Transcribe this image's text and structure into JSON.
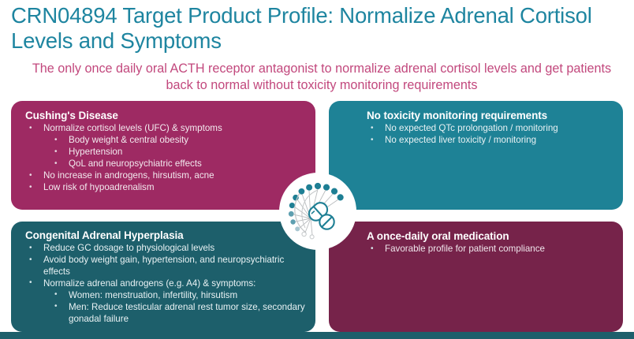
{
  "header": {
    "title": "CRN04894 Target Product Profile: Normalize Adrenal Cortisol Levels and Symptoms",
    "subtitle": "The only once daily oral ACTH receptor antagonist to normalize adrenal cortisol levels and get patients back to normal without toxicity monitoring requirements",
    "title_color": "#1e85a0",
    "subtitle_color": "#c2487d"
  },
  "cards": {
    "top_left": {
      "title": "Cushing's Disease",
      "color": "#9e2a63",
      "bullets": [
        {
          "level": 1,
          "text": "Normalize cortisol levels (UFC) & symptoms"
        },
        {
          "level": 2,
          "text": "Body weight & central obesity"
        },
        {
          "level": 2,
          "text": "Hypertension"
        },
        {
          "level": 2,
          "text": "QoL and neuropsychiatric effects"
        },
        {
          "level": 1,
          "text": "No increase in androgens, hirsutism,  acne"
        },
        {
          "level": 1,
          "text": "Low risk of hypoadrenalism"
        }
      ]
    },
    "top_right": {
      "title": "No toxicity monitoring requirements",
      "color": "#1e8296",
      "bullets": [
        {
          "level": 1,
          "text": "No expected QTc prolongation / monitoring"
        },
        {
          "level": 1,
          "text": "No expected liver toxicity / monitoring"
        }
      ]
    },
    "bottom_left": {
      "title": "Congenital Adrenal Hyperplasia",
      "color": "#1d5f6b",
      "bullets": [
        {
          "level": 1,
          "text": "Reduce GC dosage to physiological levels"
        },
        {
          "level": 1,
          "text": "Avoid body weight gain, hypertension, and neuropsychiatric effects"
        },
        {
          "level": 1,
          "text": "Normalize adrenal androgens (e.g. A4) & symptoms:"
        },
        {
          "level": 2,
          "text": "Women: menstruation, infertility, hirsutism"
        },
        {
          "level": 2,
          "text": "Men: Reduce testicular adrenal rest tumor size, secondary gonadal failure"
        }
      ]
    },
    "bottom_right": {
      "title": "A once-daily oral medication",
      "color": "#76234a",
      "bullets": [
        {
          "level": 1,
          "text": "Favorable profile for patient compliance"
        }
      ]
    }
  },
  "medallion": {
    "icon": "pill-capsule-icon",
    "description": "Circular white medallion with capsule and tablet pill illustration and dotted arc"
  },
  "bottom_bar": {
    "color": "#1d5f6b"
  }
}
